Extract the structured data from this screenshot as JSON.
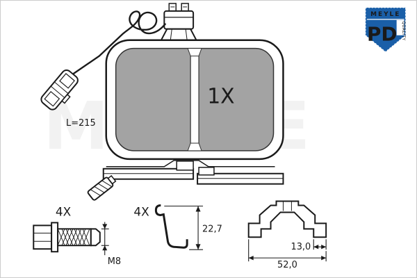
{
  "watermark": "MEYLE",
  "badge": {
    "brand": "MEYLE",
    "code": "PD",
    "quality_label": "QUALITY",
    "color": "#1a5fa8"
  },
  "pad_front_view": {
    "quantity_label": "1X"
  },
  "sensor": {
    "cable_length_label": "L=215"
  },
  "bolt_detail": {
    "quantity_label": "4X",
    "thread_label": "M8"
  },
  "clip_detail": {
    "quantity_label": "4X",
    "height_label": "22,7"
  },
  "bracket_detail": {
    "tab_width_label": "13,0",
    "overall_width_label": "52,0"
  }
}
